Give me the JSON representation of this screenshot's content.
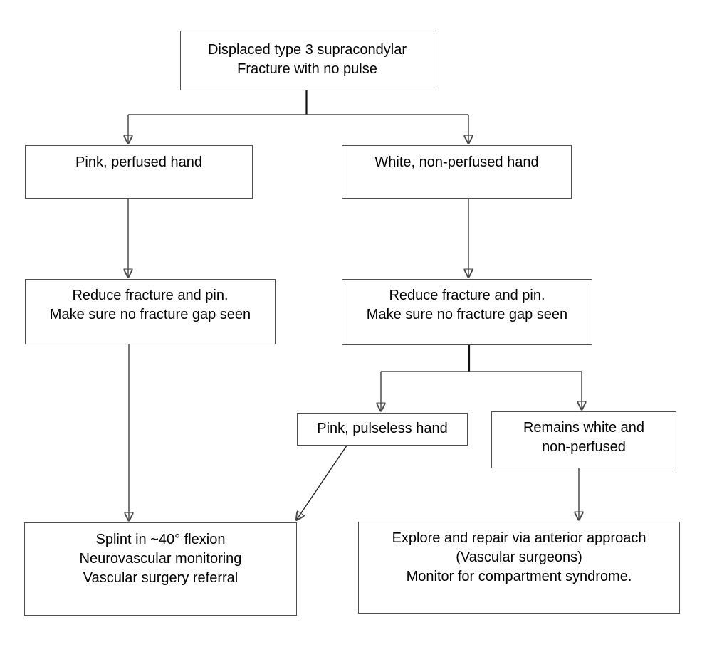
{
  "diagram": {
    "type": "flowchart",
    "topic": "Displaced type 3 supracondylar fracture with no pulse management",
    "line_color": "#4a4a4a",
    "arrow_color": "#111111",
    "box_background": "#ffffff",
    "nodes": {
      "root": {
        "text": "Displaced type 3 supracondylar\nFracture with no pulse"
      },
      "pink_perfused": {
        "text": "Pink, perfused hand"
      },
      "white_non_perfused": {
        "text": "White, non-perfused hand"
      },
      "reduce_left": {
        "text": "Reduce fracture and pin.\nMake sure no fracture gap seen"
      },
      "reduce_right": {
        "text": "Reduce fracture and pin.\nMake sure no fracture gap seen"
      },
      "pink_pulseless": {
        "text": "Pink, pulseless hand"
      },
      "remains_white": {
        "text": "Remains white and\nnon-perfused"
      },
      "splint": {
        "text": "Splint in ~40° flexion\nNeurovascular monitoring\nVascular surgery referral"
      },
      "explore": {
        "text": "Explore and repair via anterior approach\n(Vascular surgeons)\nMonitor for compartment syndrome."
      }
    },
    "edges": [
      {
        "from": "root",
        "to": "pink_perfused"
      },
      {
        "from": "root",
        "to": "white_non_perfused"
      },
      {
        "from": "pink_perfused",
        "to": "reduce_left"
      },
      {
        "from": "white_non_perfused",
        "to": "reduce_right"
      },
      {
        "from": "reduce_left",
        "to": "splint"
      },
      {
        "from": "reduce_right",
        "to": "pink_pulseless"
      },
      {
        "from": "reduce_right",
        "to": "remains_white"
      },
      {
        "from": "pink_pulseless",
        "to": "splint"
      },
      {
        "from": "remains_white",
        "to": "explore"
      }
    ]
  }
}
